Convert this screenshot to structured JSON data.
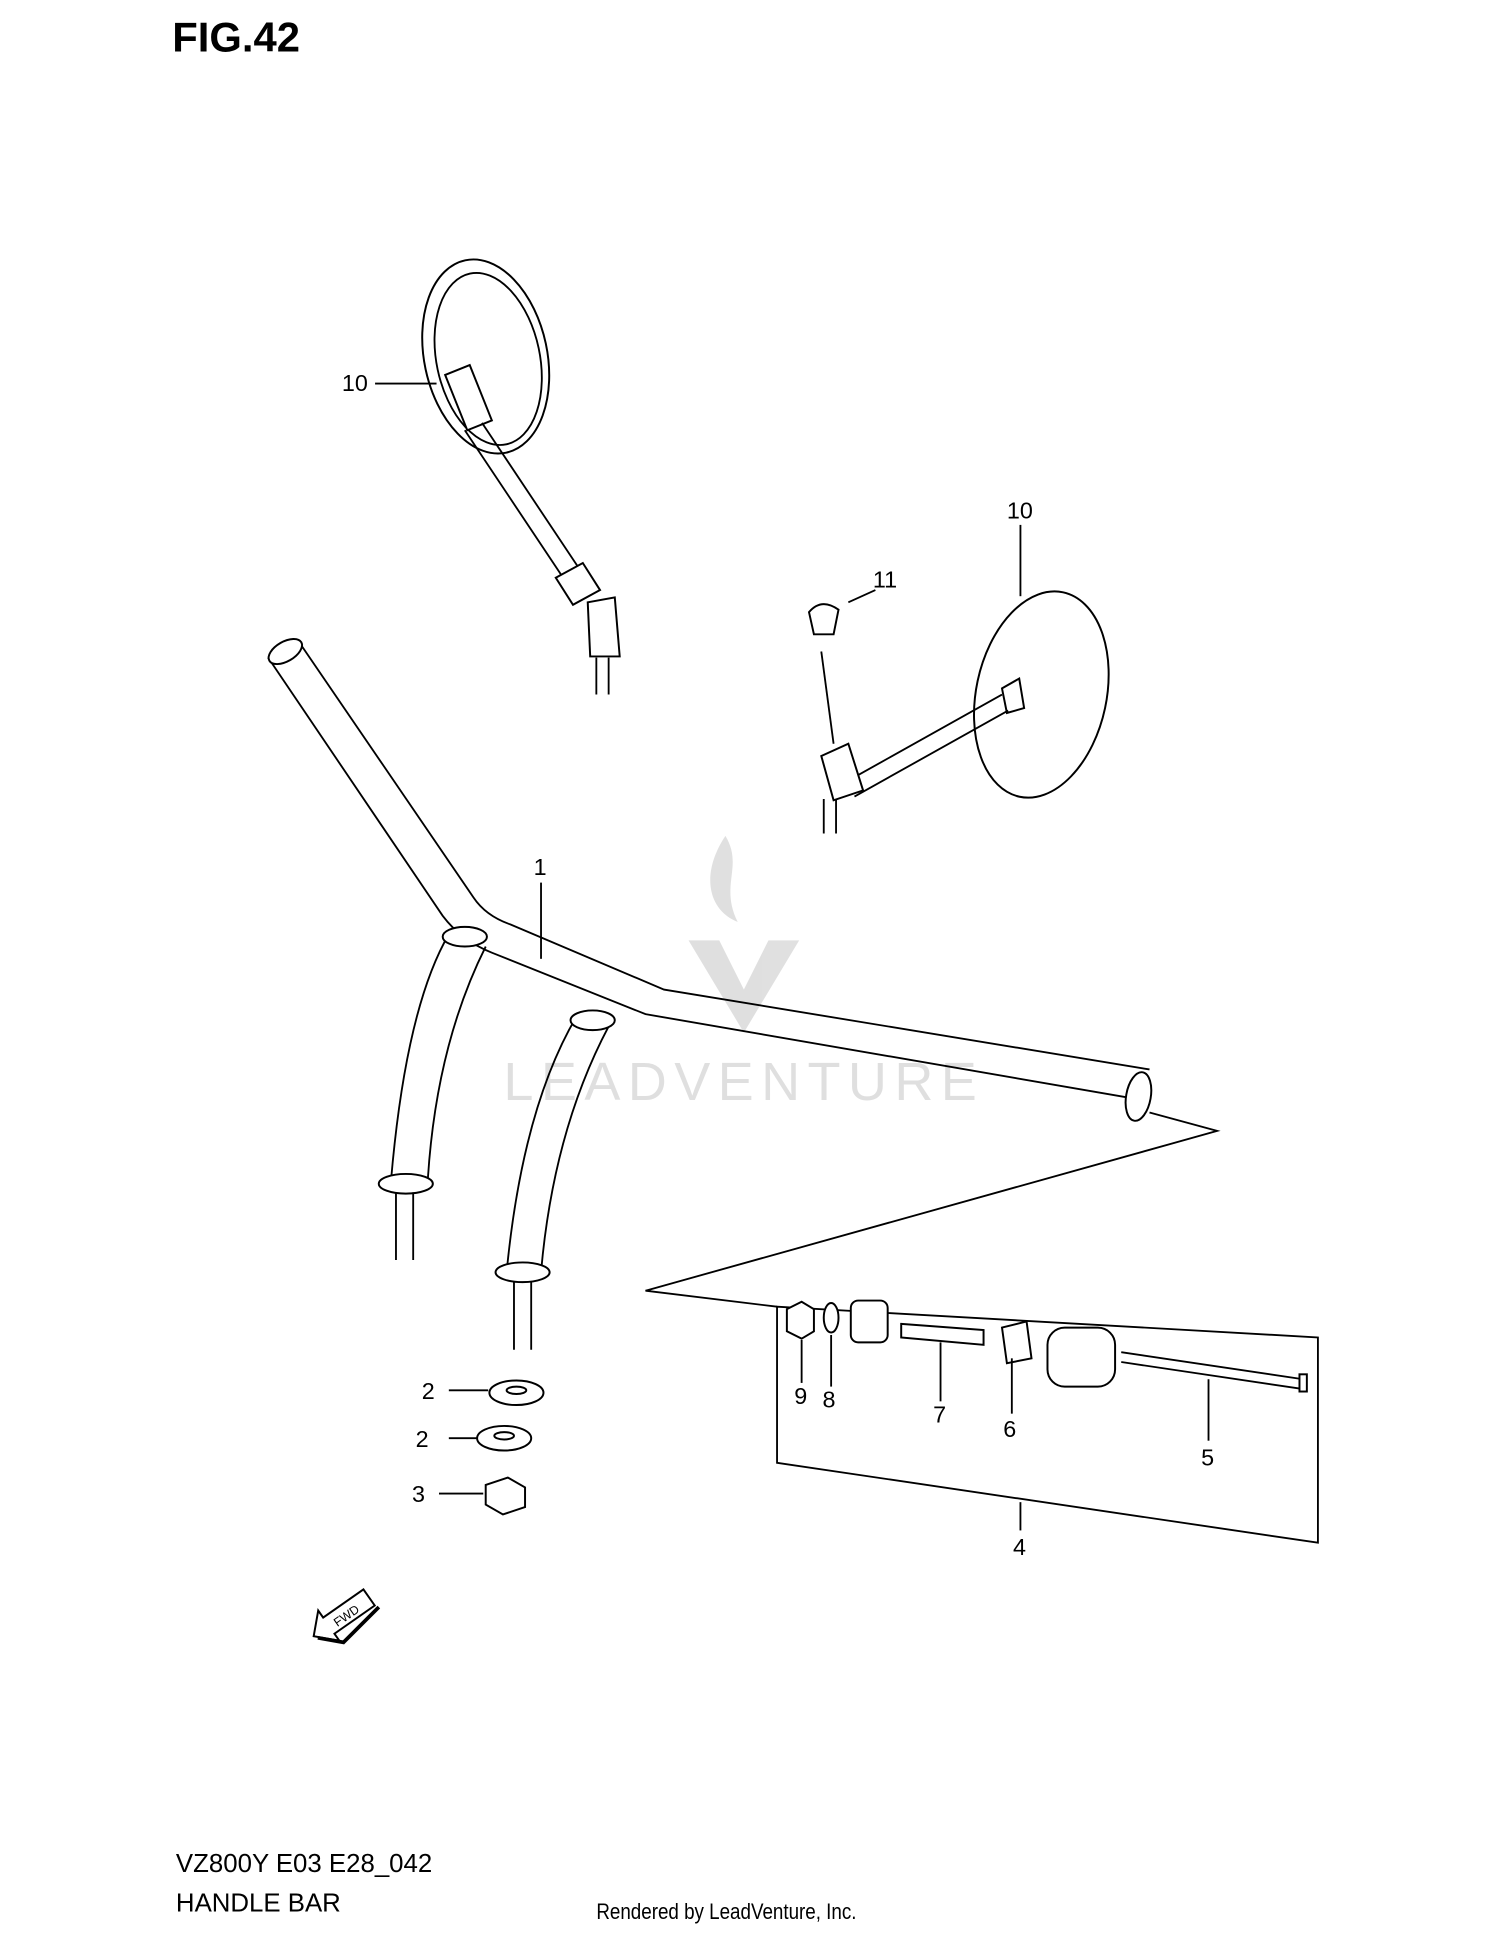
{
  "figure": {
    "title": "FIG.42"
  },
  "callouts": {
    "mirror_left": "10",
    "mirror_right": "10",
    "cap": "11",
    "handlebar": "1",
    "washer_a": "2",
    "washer_b": "2",
    "nut": "3",
    "balancer_assy": "4",
    "screw": "5",
    "spacer": "6",
    "rod": "7",
    "washer_small": "8",
    "nut_small": "9"
  },
  "direction_arrow": {
    "label": "FWD"
  },
  "watermark": {
    "text": "LEADVENTURE"
  },
  "footer": {
    "model_code": "VZ800Y E03 E28_042",
    "section_name": "HANDLE BAR",
    "credit": "Rendered by LeadVenture, Inc."
  }
}
